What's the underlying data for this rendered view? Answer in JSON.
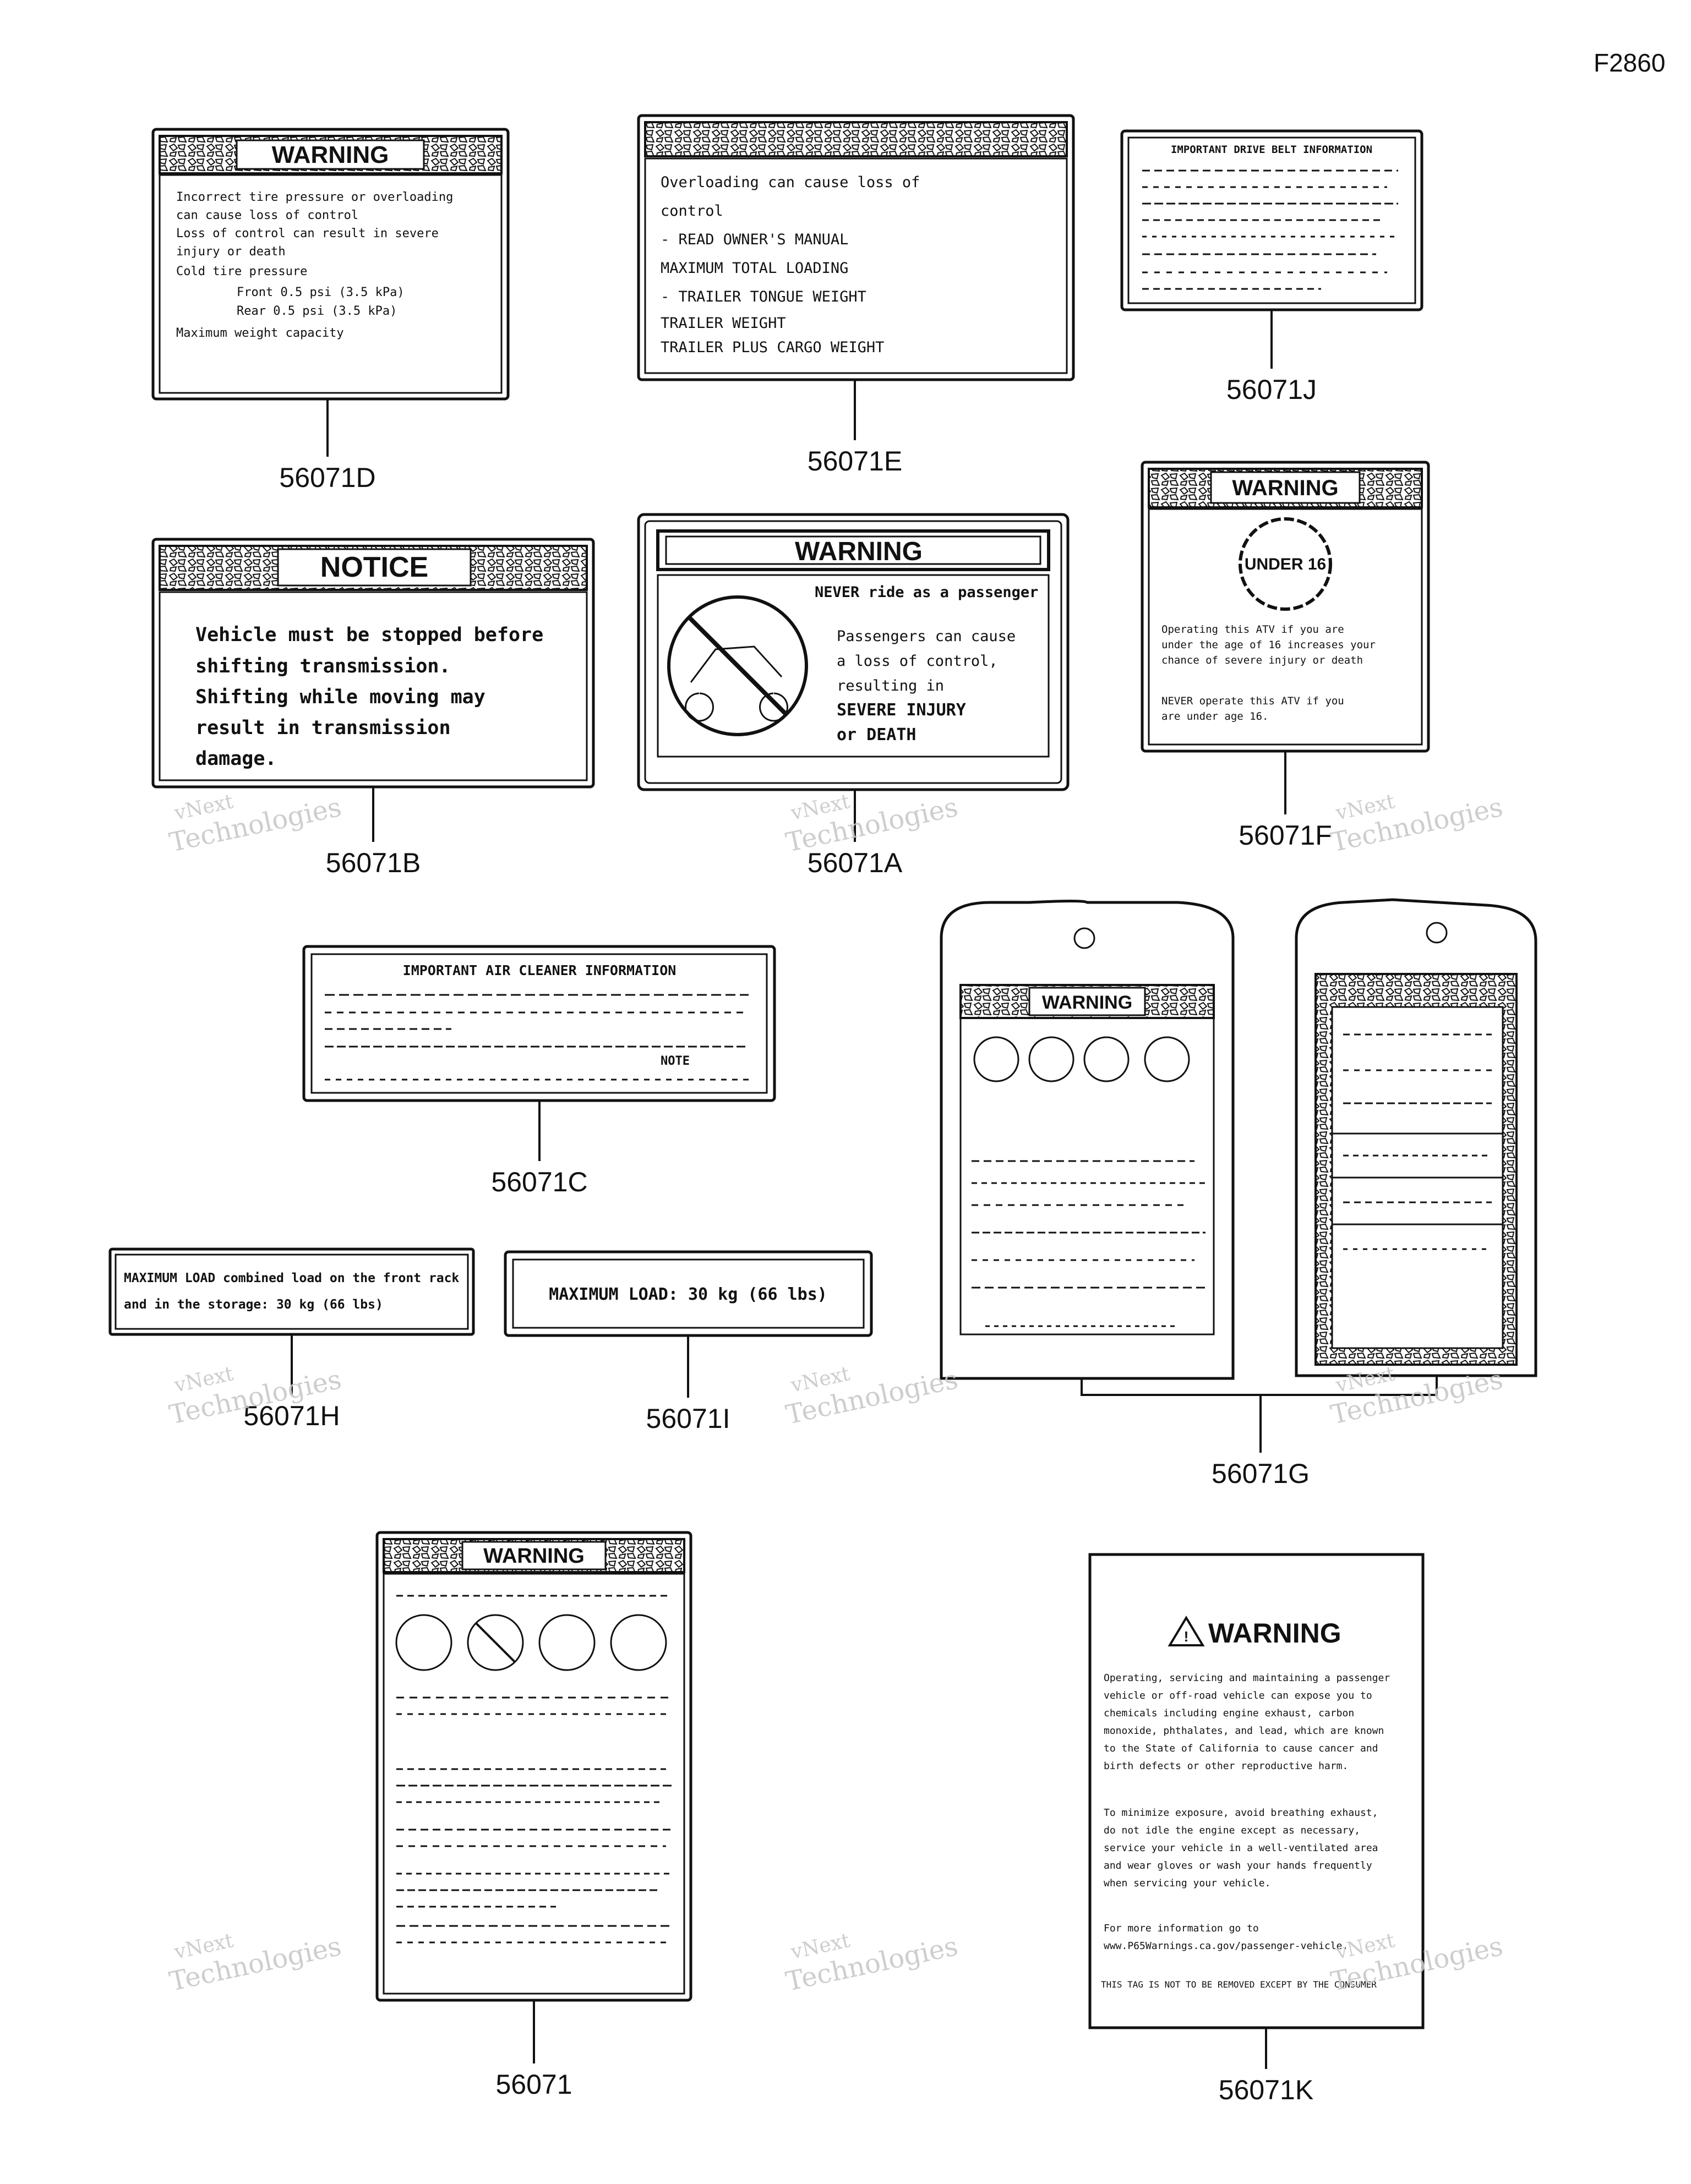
{
  "diagram_code": "F2860",
  "parts": [
    {
      "id": "56071D",
      "heading": "WARNING",
      "lines": [
        "Incorrect tire pressure or overloading",
        "can cause loss of control",
        "Loss of control can result in severe",
        "injury or death",
        "Cold tire pressure",
        "Front 0.5 psi (3.5 kPa)",
        "Rear 0.5 psi (3.5 kPa)",
        "Maximum weight capacity"
      ]
    },
    {
      "id": "56071E",
      "heading": "",
      "lines": [
        "Overloading can cause loss of",
        "control",
        "- READ OWNER'S MANUAL",
        "MAXIMUM TOTAL LOADING",
        "- TRAILER TONGUE WEIGHT",
        "TRAILER WEIGHT",
        "TRAILER PLUS CARGO WEIGHT"
      ]
    },
    {
      "id": "56071J",
      "heading": "IMPORTANT DRIVE BELT INFORMATION",
      "lines": []
    },
    {
      "id": "56071B",
      "heading": "NOTICE",
      "lines": [
        "Vehicle must be stopped before",
        "shifting transmission.",
        "Shifting while moving may",
        "result in transmission",
        "damage."
      ]
    },
    {
      "id": "56071A",
      "heading": "WARNING",
      "lines": [
        "NEVER ride as a passenger",
        "Passengers can cause",
        "a loss of control,",
        "resulting in",
        "SEVERE INJURY",
        "or DEATH"
      ]
    },
    {
      "id": "56071F",
      "heading": "WARNING",
      "badge": "UNDER 16",
      "lines": [
        "Operating this ATV if you are",
        "under the age of 16 increases your",
        "chance of severe injury or death",
        "NEVER operate this ATV if you",
        "are under age 16."
      ]
    },
    {
      "id": "56071C",
      "heading": "IMPORTANT AIR CLEANER INFORMATION",
      "lines": [
        "NOTE"
      ]
    },
    {
      "id": "56071G",
      "heading": "WARNING",
      "lines": []
    },
    {
      "id": "56071H",
      "heading": "",
      "lines": [
        "MAXIMUM LOAD combined load on the front rack",
        "and in the storage: 30 kg (66 lbs)"
      ]
    },
    {
      "id": "56071I",
      "heading": "",
      "lines": [
        "MAXIMUM LOAD: 30 kg (66 lbs)"
      ]
    },
    {
      "id": "56071",
      "heading": "WARNING",
      "lines": []
    },
    {
      "id": "56071K",
      "heading": "WARNING",
      "lines": [
        "Operating, servicing and maintaining a passenger",
        "vehicle or off-road vehicle can expose you to",
        "chemicals including engine exhaust, carbon",
        "monoxide, phthalates, and lead, which are known",
        "to the State of California to cause cancer and",
        "birth defects or other reproductive harm.",
        "To minimize exposure, avoid breathing exhaust,",
        "do not idle the engine except as necessary,",
        "service your vehicle in a well-ventilated area",
        "and wear gloves or wash your hands frequently",
        "when servicing your vehicle.",
        "For more information go to",
        "www.P65Warnings.ca.gov/passenger-vehicle.",
        "THIS TAG IS NOT TO BE REMOVED EXCEPT BY THE CONSUMER"
      ]
    }
  ],
  "watermark": [
    "vNext",
    "Technologies"
  ]
}
